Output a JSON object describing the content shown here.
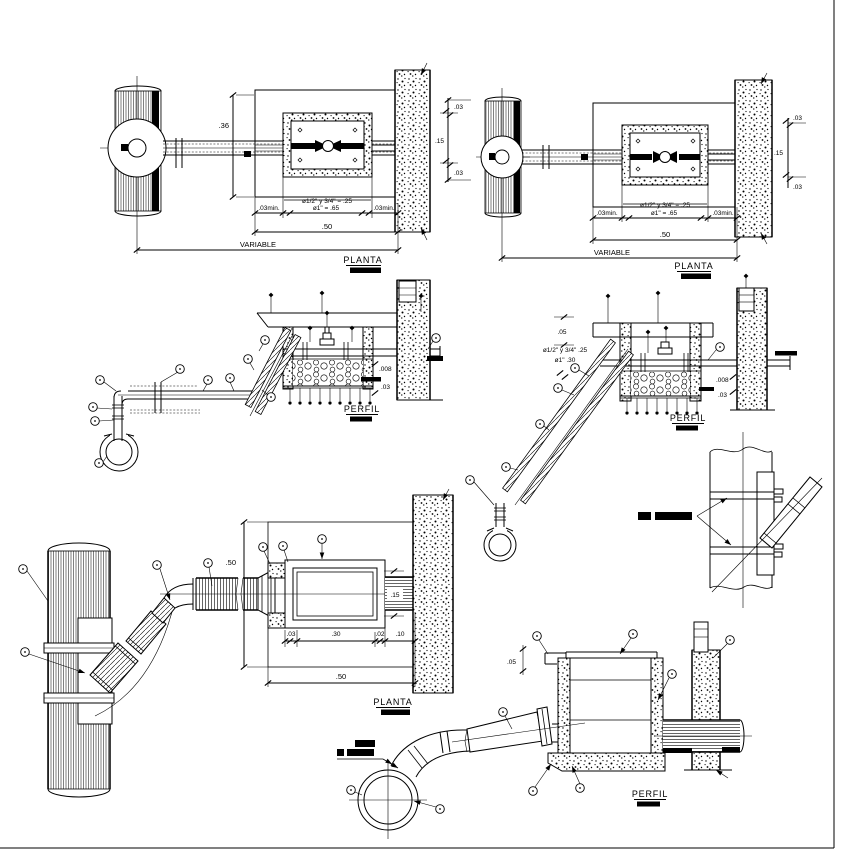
{
  "sheet": {
    "type": "CAD detail sheet - pipe connections to pole and wall chamber (plan and profile views)",
    "line_color": "#000000",
    "background": "#ffffff"
  },
  "views": {
    "planta_tl": {
      "label": "PLANTA",
      "dim_height": ".36",
      "dim_pipe_small": "ø1/2\" y 3/4\" = .25",
      "dim_pipe_large": "ø1\" = .65",
      "dim_margin_left": ".03min.",
      "dim_margin_right": ".03min.",
      "dim_width": ".50",
      "dim_span": "VARIABLE",
      "stack_top": ".03",
      "stack_mid": ".15",
      "stack_bottom": ".03"
    },
    "planta_tr": {
      "label": "PLANTA",
      "dim_pipe_small": "ø1/2\" y 3/4\" = .25",
      "dim_pipe_large": "ø1\" = .65",
      "dim_margin_left": ".03min.",
      "dim_margin_right": ".03min.",
      "dim_width": ".50",
      "dim_span": "VARIABLE",
      "stack_top": ".03",
      "stack_mid": ".15",
      "stack_bottom": ".03"
    },
    "perfil_ml": {
      "label": "PERFIL",
      "dim_slope": ".008",
      "dim_gravel": ".03"
    },
    "perfil_mr": {
      "label": "PERFIL",
      "dim_slab": ".05",
      "dim_pipe_small": "ø1/2\" y 3/4\" .25",
      "dim_pipe_large": "ø1\" .30",
      "dim_slope": ".008",
      "dim_gravel": ".03"
    },
    "planta_bl": {
      "label": "PLANTA",
      "dim_depth": ".50",
      "dim_wall": ".03",
      "dim_box": ".30",
      "dim_gap": ".02",
      "dim_embed": ".10",
      "dim_pipe": ".15",
      "dim_total": ".50"
    },
    "perfil_br": {
      "label": "PERFIL",
      "dim_slab": ".05"
    }
  }
}
